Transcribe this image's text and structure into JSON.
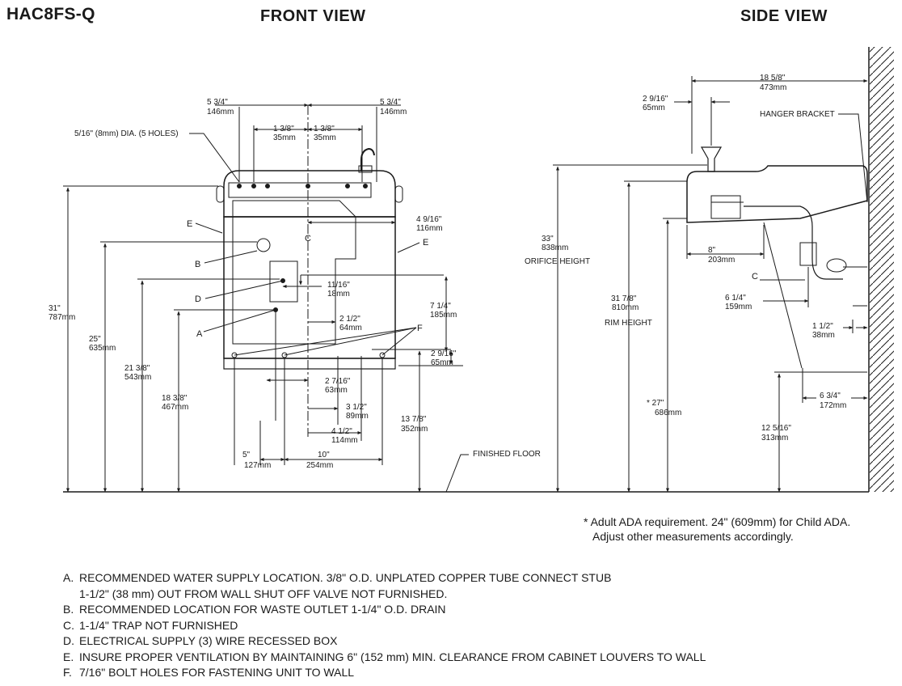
{
  "model": "HAC8FS-Q",
  "views": {
    "front": "FRONT VIEW",
    "side": "SIDE VIEW"
  },
  "front_dims": {
    "top_left": [
      "5 3/4\"",
      "146mm"
    ],
    "top_right": [
      "5 3/4\"",
      "146mm"
    ],
    "top_mid_left": [
      "1 3/8\"",
      "35mm"
    ],
    "top_mid_right": [
      "1 3/8\"",
      "35mm"
    ],
    "holes": "5/16\" (8mm) DIA. (5 HOLES)",
    "d_4_9_16": [
      "4 9/16\"",
      "116mm"
    ],
    "d_11_16": [
      "11/16\"",
      "18mm"
    ],
    "d_7_1_4": [
      "7 1/4\"",
      "185mm"
    ],
    "d_2_1_2": [
      "2 1/2\"",
      "64mm"
    ],
    "d_2_9_16": [
      "2 9/16\"",
      "65mm"
    ],
    "d_2_7_16": [
      "2 7/16\"",
      "63mm"
    ],
    "d_3_1_2": [
      "3 1/2\"",
      "89mm"
    ],
    "d_4_1_2": [
      "4 1/2\"",
      "114mm"
    ],
    "d_13_7_8": [
      "13 7/8\"",
      "352mm"
    ],
    "d_31": [
      "31\"",
      "787mm"
    ],
    "d_25": [
      "25\"",
      "635mm"
    ],
    "d_21_3_8": [
      "21 3/8\"",
      "543mm"
    ],
    "d_18_3_8": [
      "18 3/8\"",
      "467mm"
    ],
    "d_5": [
      "5\"",
      "127mm"
    ],
    "d_10": [
      "10\"",
      "254mm"
    ],
    "finished_floor": "FINISHED FLOOR"
  },
  "side_dims": {
    "d_18_5_8": [
      "18 5/8\"",
      "473mm"
    ],
    "d_2_9_16": [
      "2 9/16\"",
      "65mm"
    ],
    "hanger": "HANGER BRACKET",
    "d_33": [
      "33\"",
      "838mm",
      "ORIFICE HEIGHT"
    ],
    "d_8": [
      "8\"",
      "203mm"
    ],
    "d_31_7_8": [
      "31 7/8\"",
      "810mm",
      "RIM HEIGHT"
    ],
    "d_6_1_4": [
      "6 1/4\"",
      "159mm"
    ],
    "d_1_1_2": [
      "1 1/2\"",
      "38mm"
    ],
    "d_27": [
      "* 27\"",
      "686mm"
    ],
    "d_6_3_4": [
      "6 3/4\"",
      "172mm"
    ],
    "d_12_5_16": [
      "12 5/16\"",
      "313mm"
    ]
  },
  "callouts": {
    "A": "A",
    "B": "B",
    "C": "C",
    "D": "D",
    "E": "E",
    "F": "F"
  },
  "ada_note": [
    "* Adult ADA requirement. 24\" (609mm) for Child ADA.",
    "Adjust other measurements accordingly."
  ],
  "notes": [
    {
      "key": "A.",
      "text": "RECOMMENDED WATER SUPPLY LOCATION. 3/8\" O.D. UNPLATED COPPER TUBE CONNECT STUB"
    },
    {
      "key": "",
      "text": "1-1/2\" (38 mm) OUT FROM WALL SHUT OFF VALVE NOT FURNISHED."
    },
    {
      "key": "B.",
      "text": "RECOMMENDED LOCATION FOR WASTE OUTLET 1-1/4\" O.D. DRAIN"
    },
    {
      "key": "C.",
      "text": "1-1/4\" TRAP NOT FURNISHED"
    },
    {
      "key": "D.",
      "text": "ELECTRICAL SUPPLY (3) WIRE RECESSED BOX"
    },
    {
      "key": "E.",
      "text": "INSURE PROPER VENTILATION BY MAINTAINING 6\" (152 mm) MIN. CLEARANCE FROM CABINET LOUVERS TO WALL"
    },
    {
      "key": "F.",
      "text": "7/16\" BOLT HOLES FOR FASTENING UNIT TO WALL"
    }
  ]
}
